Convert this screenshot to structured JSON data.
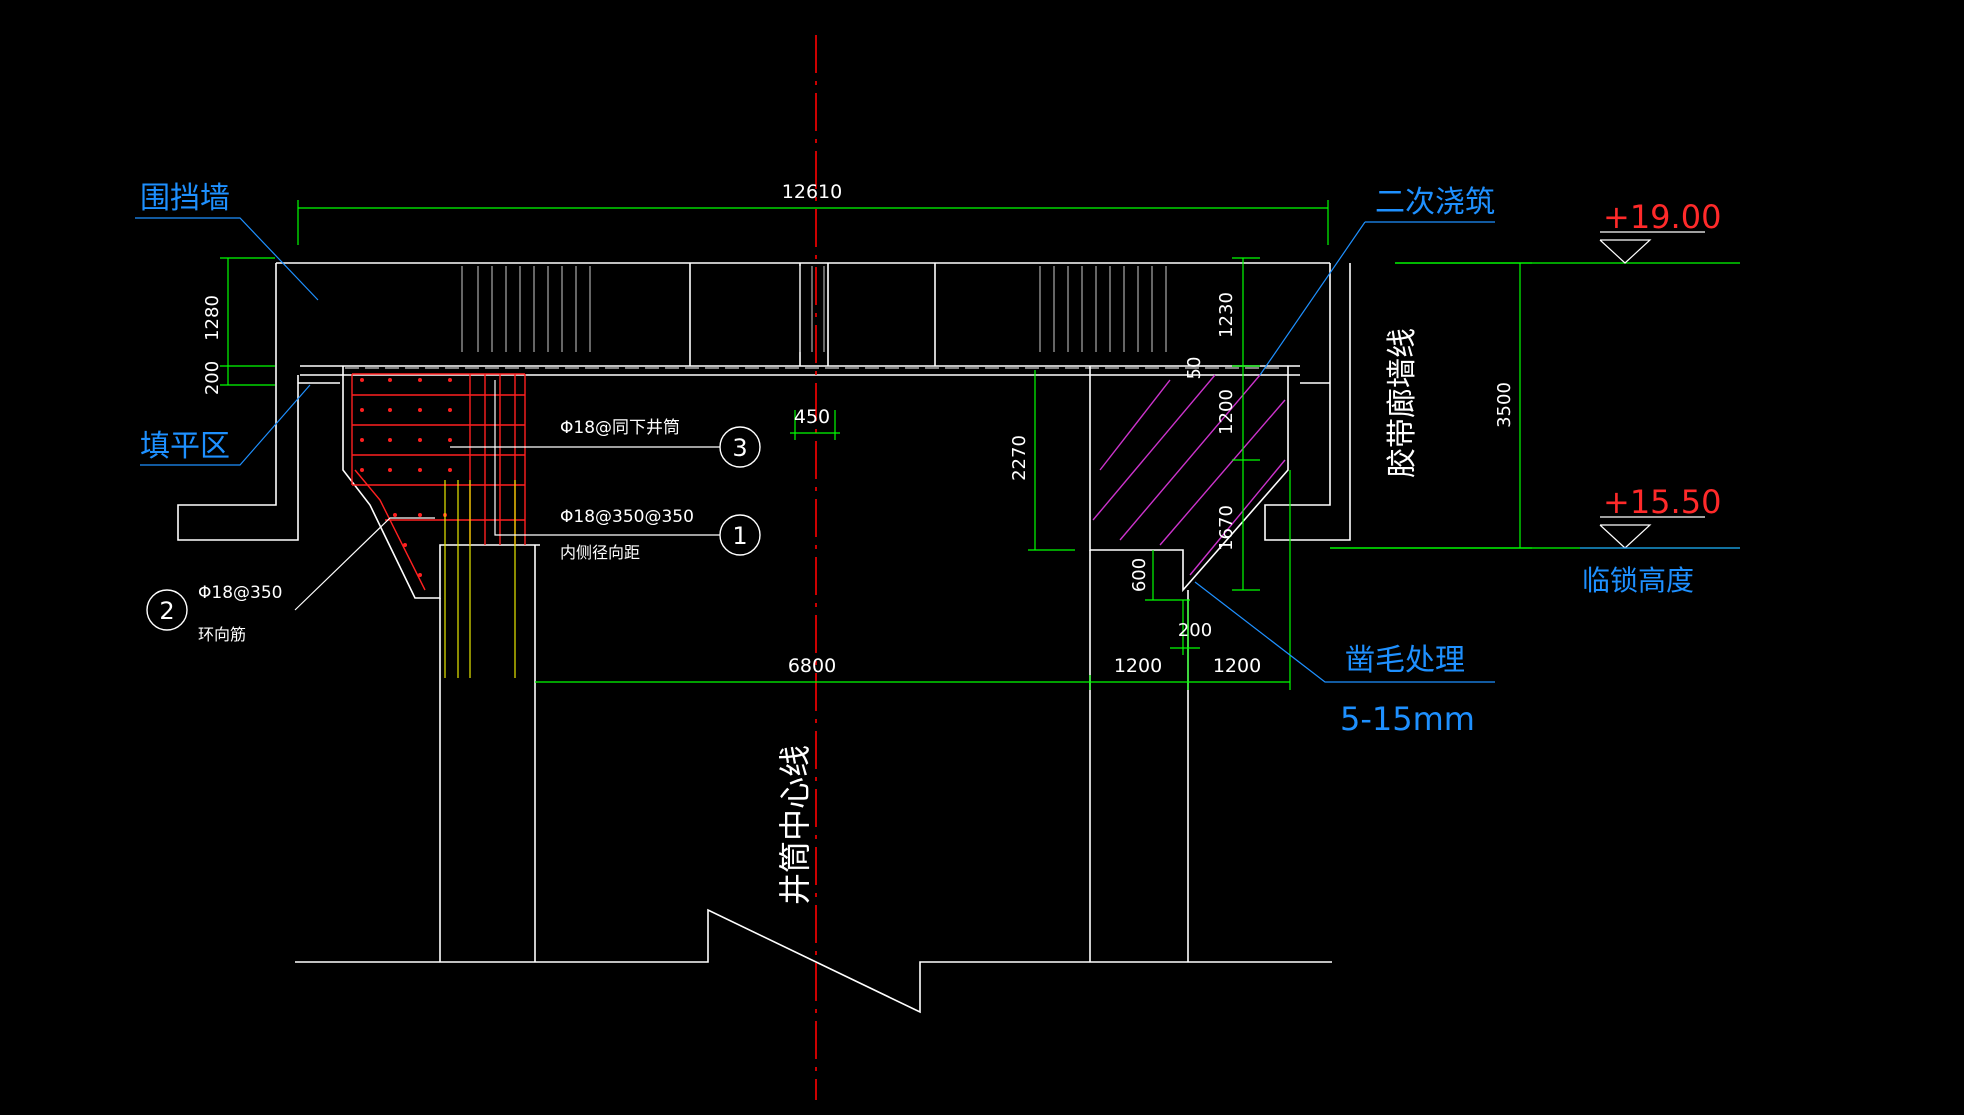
{
  "colors": {
    "background": "#000000",
    "outline": "#ffffff",
    "dimension": "#00ff00",
    "centerline": "#ff0000",
    "label_blue": "#1e90ff",
    "rebar": "#ff2020",
    "hatch": "#cc33cc",
    "anchor_bars": "#e8e800",
    "elevation": "#ff2a2a"
  },
  "labels": {
    "enclosure_wall": "围挡墙",
    "fill_zone": "填平区",
    "secondary_pour": "二次浇筑",
    "belt_gallery_line": "胶带廊墙线",
    "temp_lock_height": "临锁高度",
    "chisel_treatment": "凿毛处理",
    "chisel_depth": "5-15mm",
    "shaft_centerline": "井筒中心线"
  },
  "elevations": {
    "top": "+19.00",
    "bottom": "+15.50"
  },
  "dimensions": {
    "overall_width": "12610",
    "left_wall_height": "1280",
    "left_fill_height": "200",
    "right_top_height": "1230",
    "gap_50": "50",
    "right_mid_height": "1200",
    "right_low_height": "1670",
    "total_height": "3500",
    "inner_height": "2270",
    "center_gap": "450",
    "step_600": "600",
    "step_200": "200",
    "inner_span": "6800",
    "wall_thick_a": "1200",
    "wall_thick_b": "1200"
  },
  "callouts": {
    "c1": {
      "number": "1",
      "spec": "Φ18@350@350",
      "note": "内侧径向距"
    },
    "c2": {
      "number": "2",
      "spec": "Φ18@350",
      "note": "环向筋"
    },
    "c3": {
      "number": "3",
      "spec": "Φ18@同下井筒"
    }
  }
}
